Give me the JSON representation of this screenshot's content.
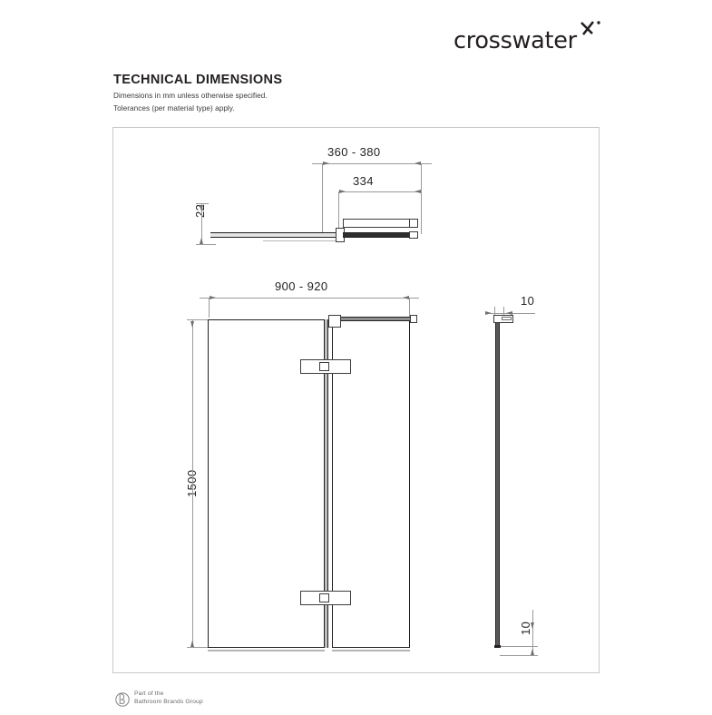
{
  "brand": {
    "logo_text": "crosswater",
    "logo_mark": "x-star-icon"
  },
  "header": {
    "title": "TECHNICAL DIMENSIONS",
    "note_1": "Dimensions in mm unless otherwise specified.",
    "note_2": "Tolerances (per material type) apply."
  },
  "drawing": {
    "plan_view": {
      "name": "plan-view",
      "dimensions": {
        "overall_depth": "360 - 380",
        "bracket_depth": "334",
        "profile_height": "22"
      }
    },
    "front_elevation": {
      "name": "front-elevation-view",
      "dimensions": {
        "overall_width": "900 - 920",
        "overall_height": "1500"
      }
    },
    "side_section": {
      "name": "side-section-view",
      "dimensions": {
        "glass_thickness_top": "10",
        "glass_thickness_bottom": "10"
      }
    }
  },
  "footer": {
    "line_1": "Part of the",
    "line_2": "Bathroom Brands Group",
    "mark": "bathroom-brands-b-icon"
  },
  "colors": {
    "ink": "#231f20",
    "dimension_grey": "#9a9a9a",
    "frame_grey": "#c9c9c9",
    "object_line": "#3c3c3c"
  }
}
